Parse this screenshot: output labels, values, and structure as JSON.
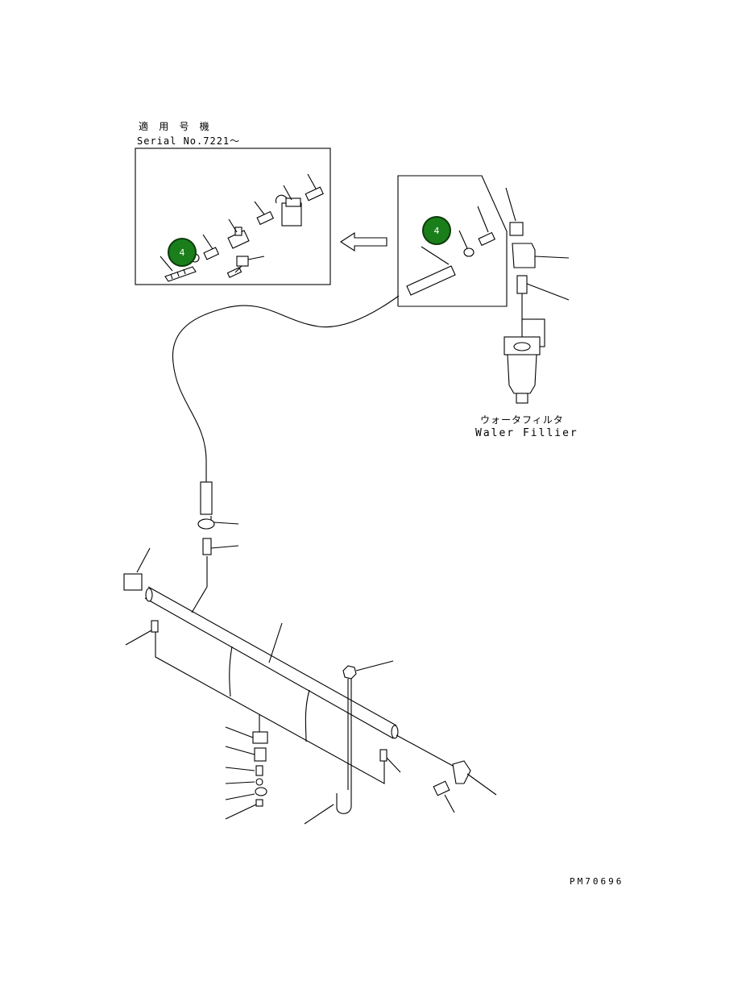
{
  "serial_note": {
    "line1": "適 用 号 機",
    "line2": "Serial No.7221～"
  },
  "water_filter": {
    "label_jp": "ウォータフィルタ",
    "label_en": "Waler Fillier"
  },
  "callouts": [
    {
      "number": "4",
      "color": "#1a7f1a"
    },
    {
      "number": "4",
      "color": "#1a7f1a"
    }
  ],
  "drawing_code": "PM70696"
}
